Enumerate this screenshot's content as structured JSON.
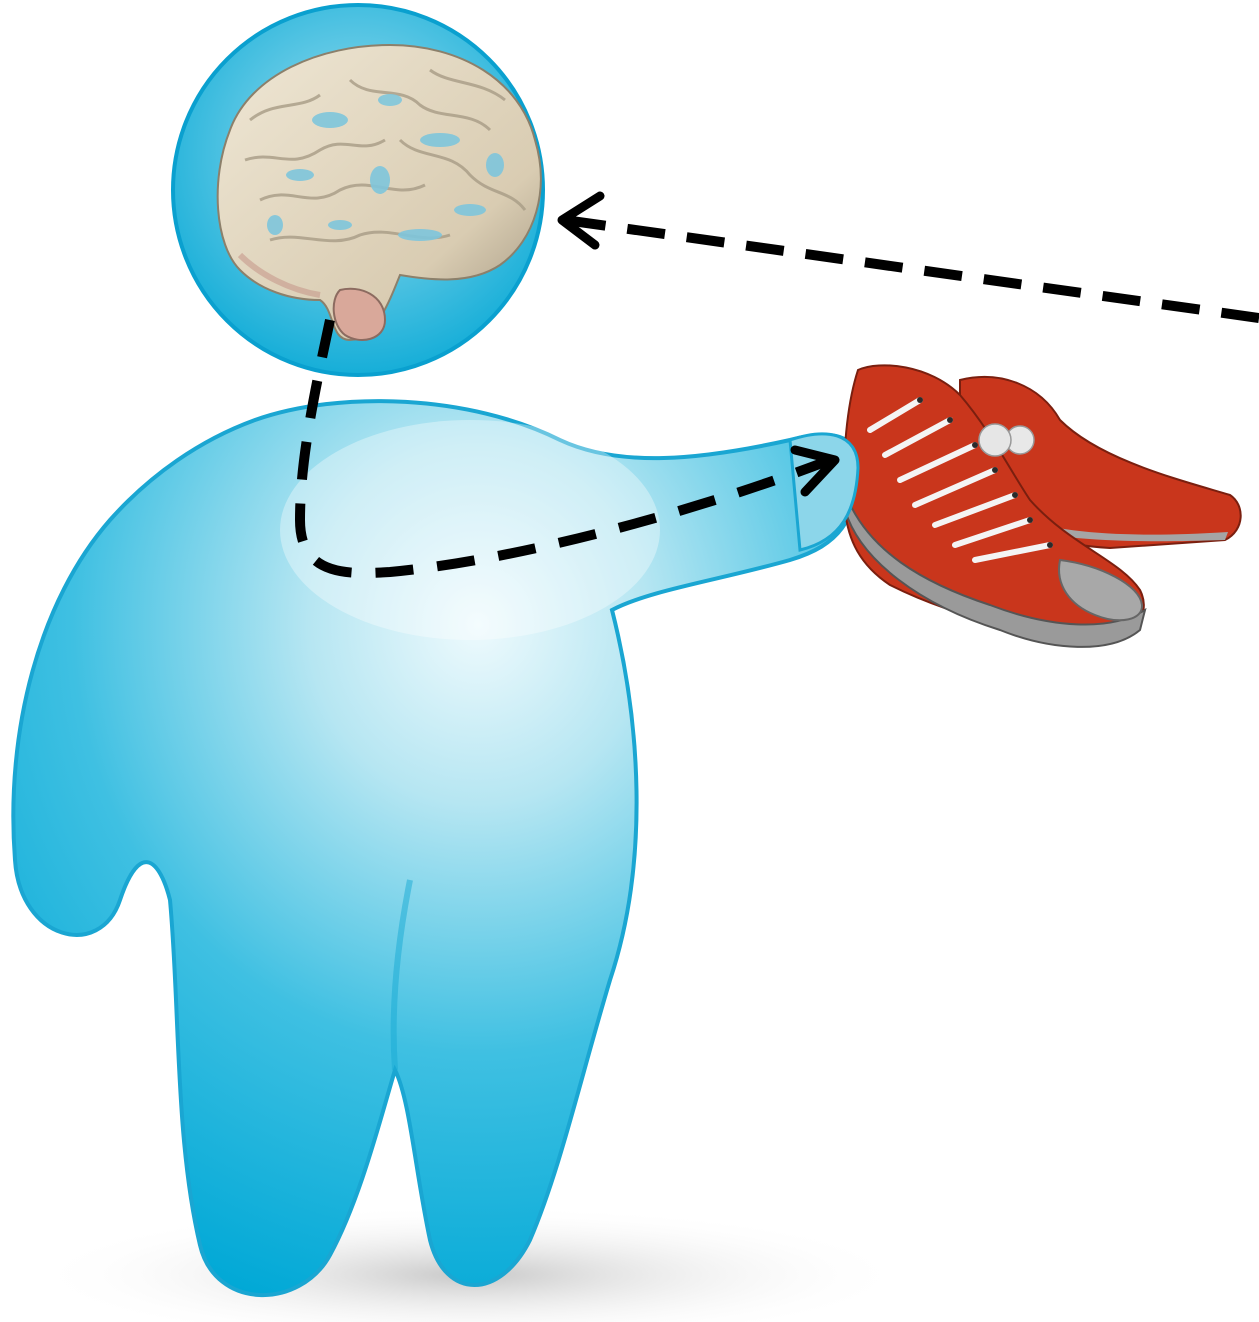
{
  "figure": {
    "elements": [
      {
        "name": "person-figure",
        "kind": "stylized human silhouette"
      },
      {
        "name": "brain-head",
        "kind": "brain inside head circle"
      },
      {
        "name": "sneakers",
        "kind": "pair of red high-top sneakers held in hand"
      }
    ],
    "arrows": [
      {
        "name": "brain-to-hand-arrow",
        "from": "brain",
        "to": "sneakers",
        "style": "dashed"
      },
      {
        "name": "external-to-brain-arrow",
        "from": "right",
        "to": "brain",
        "style": "dashed"
      }
    ]
  },
  "colors": {
    "body_light": "#d4f0f7",
    "body_mid": "#56c7e3",
    "body_dark": "#00a3d3",
    "brain": "#e3d9c5",
    "brain_shadow": "#a89c86",
    "brain_spots": "#7fc6dc",
    "shoe_red": "#c9361c",
    "shoe_dark": "#8e2412",
    "shoe_sole": "#9a9a9a",
    "lace": "#f4f4f4",
    "arrow": "#000000"
  }
}
